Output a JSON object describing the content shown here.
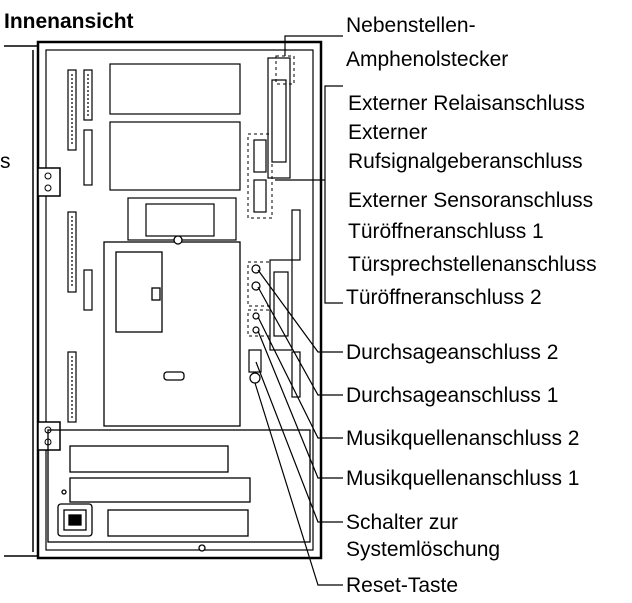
{
  "title": "Innenansicht",
  "cut_text_left": "s",
  "labels": {
    "nebenstellen_1": "Nebenstellen-",
    "nebenstellen_2": "Amphenolstecker",
    "relais": "Externer Relaisanschluss",
    "rufsignal_1": "Externer",
    "rufsignal_2": "Rufsignalgeberanschluss",
    "sensor": "Externer Sensoranschluss",
    "tueroeffner_1": "Türöffneranschluss 1",
    "tuersprech": "Türsprechstellenanschluss",
    "tueroeffner_2": "Türöffneranschluss 2",
    "durchsage_2": "Durchsageanschluss 2",
    "durchsage_1": "Durchsageanschluss 1",
    "musik_2": "Musikquellenanschluss 2",
    "musik_1": "Musikquellenanschluss 1",
    "schalter_1": "Schalter zur",
    "schalter_2": "Systemlöschung",
    "reset": "Reset-Taste"
  },
  "colors": {
    "line": "#000000",
    "background": "#ffffff",
    "dashed": "#000000"
  }
}
